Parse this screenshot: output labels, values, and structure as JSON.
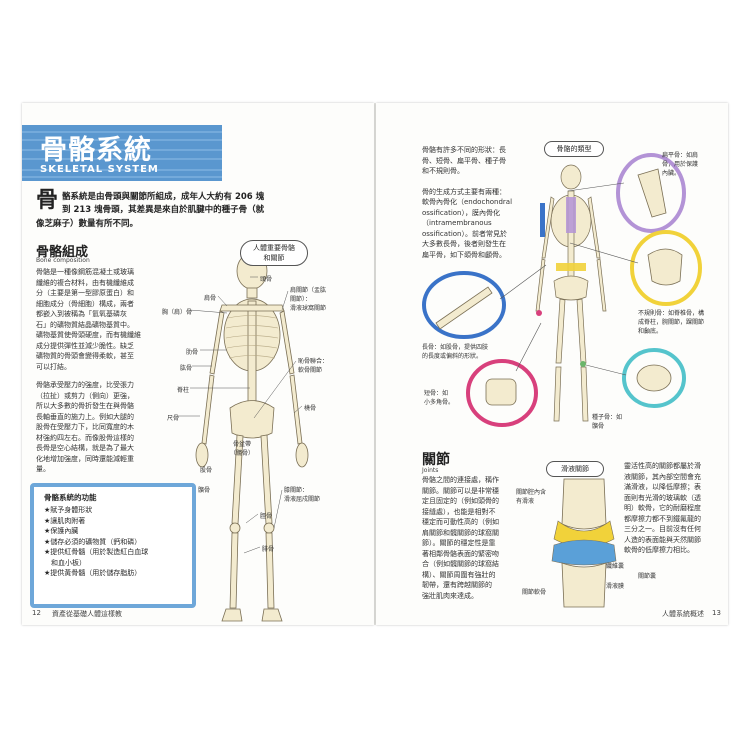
{
  "left_page": {
    "title": "骨骼系統",
    "title_en": "SKELETAL SYSTEM",
    "dropcap": "骨",
    "intro_1": "骼系統是由骨頭與關節所組成，成年人大約有 206 塊",
    "intro_2": "到 213 塊骨頭，其差異是來自於肌腱中的種子骨（就",
    "intro_3": "像芝麻子）數量有所不同。",
    "section_title": "骨骼組成",
    "section_sub": "Bone composition",
    "body_1": [
      "骨骼是一種像鋼筋混凝土或玻璃",
      "纖維的複合材料，由有機纖維成",
      "分（主要是第一型膠原蛋白）和",
      "細胞成分（骨細胞）構成，兩者",
      "都嵌入到被稱為「氫氧基磷灰",
      "石」的礦物質結晶礦物基質中。",
      "礦物基質使骨頭硬度，而有機纖維",
      "成分提供彈性並減少脆性。缺乏",
      "礦物質的骨頭會變得柔軟，甚至",
      "可以打結。"
    ],
    "body_2": [
      "骨骼承受壓力的強度，比受張力",
      "（拉扯）或剪力（側向）更強，",
      "所以大多數的骨折發生在與骨骼",
      "長軸垂直的施力上。例如大腿的",
      "股骨在受壓力下，比同寬度的木",
      "材強約四左右。而像股骨這樣的",
      "長骨是空心結構，就是為了最大",
      "化地增加強度，同時還能減輕重",
      "量。"
    ],
    "bubble": "人體重要骨骼\n和關節",
    "labels": {
      "skull": "頭骨",
      "shoulder": "肩骨",
      "chest": "胸（肩）骨",
      "rib": "肋骨",
      "arm": "肱骨",
      "spine": "脊柱",
      "ulna": "尺骨",
      "pelvis": "骨盆帶\n（髖骨）",
      "femur": "股骨",
      "patella": "髕骨",
      "ball_socket": "肩關節（盂肱\n關節）：\n滑液球窩關節",
      "cartilage": "恥骨聯合：\n軟骨關節",
      "radius": "橈骨",
      "knee": "膝關節：\n滑液屈戍關節",
      "tibia": "脛骨",
      "fibula": "腓骨"
    },
    "function_title": "骨骼系統的功能",
    "functions": [
      "★賦予身體形狀",
      "★讓肌肉附著",
      "★保護內臟",
      "★儲存必須的礦物質（鈣和磷）",
      "★提供紅骨髓（用於製造紅白血球",
      "　和血小板）",
      "★提供黃骨髓（用於儲存脂肪）"
    ],
    "page_number": "12",
    "footer_title": "資產從基礎人體這樣教"
  },
  "right_page": {
    "col_text": [
      "骨骼有許多不同的形狀：長",
      "骨、短骨、扁平骨、種子骨",
      "和不規則骨。",
      "",
      "骨的生成方式主要有兩種：",
      "軟骨內骨化（endochondral",
      "ossification），膜內骨化",
      "（intramembranous",
      "ossification）。前者常見於",
      "大多數長骨，後者則發生在",
      "扁平骨，如下頜骨和顱骨。"
    ],
    "bone_types_bubble": "骨骼的類型",
    "flat_bone": "扁平骨：如肩\n骨，用於保護\n內臟。",
    "irregular_bone": "不規則骨：如脊椎骨，構\n成脊柱，腕關節，踝關節\n和顱底。",
    "long_bone": "長骨：如股骨，提供四肢\n的長度或偏斜的形狀。",
    "short_bone": "短骨：如\n小多角骨。",
    "sesamoid_bone": "種子骨：如\n髕骨",
    "joint_title": "關節",
    "joint_sub": "Joints",
    "joint_text": [
      "骨骼之間的連接處，稱作",
      "關節。關節可以是非常穩",
      "定且固定的（例如頭骨的",
      "接縫處），也能是相對不",
      "穩定而可動性高的（例如",
      "肩關節和髖關節的球窩關",
      "節）。關節的穩定性是靠",
      "著相鄰骨骼表面的緊密吻",
      "合（例如髖關節的球窩結",
      "構）、關節周圍有強壯的",
      "韌帶，還有跨越關節的",
      "強壯肌肉來達成。"
    ],
    "synovial_bubble": "滑液關節",
    "synovial_labels": {
      "inner": "關節腔內含\n有滑液",
      "cartilage": "關節軟骨",
      "capsule": "纖維囊",
      "membrane": "滑液膜",
      "sac": "關節囊"
    },
    "synovial_text": [
      "靈活性高的關節都屬於滑",
      "液關節，其內部空間會充",
      "滿滑液，以降低摩擦；表",
      "面則有光滑的玻璃軟（透",
      "明）軟骨，它的耐磨程度",
      "都摩擦力都不到鐵氟龍的",
      "三分之一。目前沒有任何",
      "人造的表面能與天然關節",
      "軟骨的低摩擦力相比。"
    ],
    "footer_title": "人體系統概述",
    "page_number": "13"
  },
  "colors": {
    "banner_blue": "#5a97cf",
    "box_border": "#6ea7d9",
    "circle_purple": "#b393d6",
    "circle_yellow": "#f1d23a",
    "circle_blue": "#3a73c8",
    "circle_green": "#6bb56a",
    "circle_teal": "#55c4cc",
    "circle_magenta": "#d8407c"
  }
}
